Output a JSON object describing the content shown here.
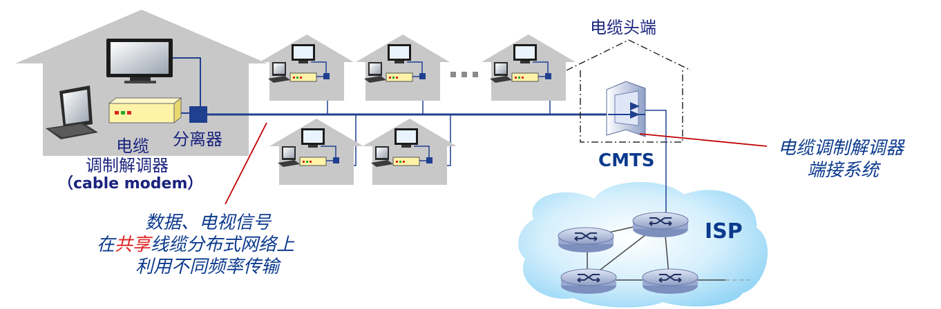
{
  "labels": {
    "modem_line1": "电缆",
    "modem_line2": "调制解调器",
    "modem_line3": "（cable modem）",
    "splitter": "分离器",
    "headend": "电缆头端",
    "cmts": "CMTS",
    "isp": "ISP",
    "cmts_desc_line1": "电缆调制解调器",
    "cmts_desc_line2": "端接系统",
    "shared_line1": "数据、电视信号",
    "shared_line2_pre": "在",
    "shared_line2_highlight": "共享",
    "shared_line2_post": "线缆分布式网络上",
    "shared_line3": "利用不同频率传输",
    "ellipsis": "…"
  },
  "colors": {
    "house": "#c8c8c8",
    "cable": "#1f3f8f",
    "text_blue": "#1a237e",
    "highlight_red": "#e02020",
    "pointer_red": "#c00000",
    "modem_fill": "#fff3a8",
    "isp_cloud": "#bfe6fb"
  }
}
